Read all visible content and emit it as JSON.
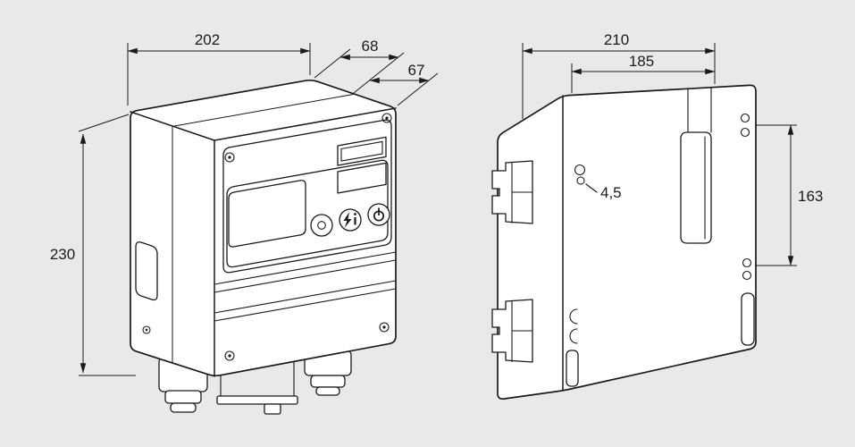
{
  "drawing": {
    "background_color": "#e9e9e9",
    "line_color": "#1a1a1a",
    "body_fill": "#ffffff",
    "dimensions": {
      "front_width": "202",
      "front_height": "230",
      "depth_housing": "68",
      "depth_door": "67",
      "rear_overall_width": "210",
      "rear_hole_spacing_width": "185",
      "rear_hole_diameter": "4,5",
      "rear_hole_spacing_height": "163"
    }
  }
}
